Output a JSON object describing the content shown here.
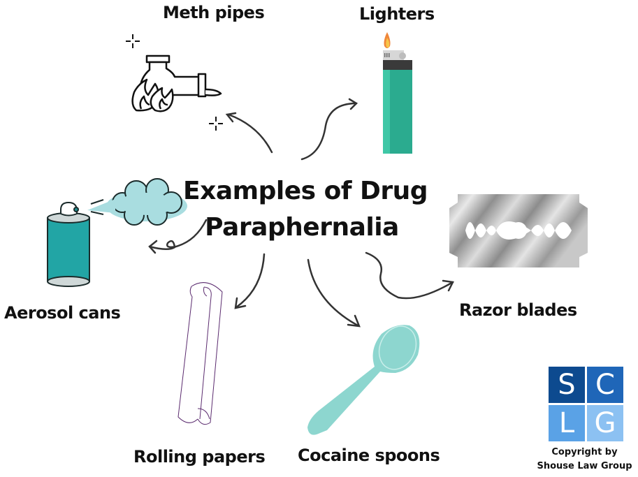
{
  "title": {
    "line1": "Examples of Drug",
    "line2": "Paraphernalia"
  },
  "items": [
    {
      "id": "meth-pipes",
      "label": "Meth pipes",
      "icon": "meth-pipe-icon"
    },
    {
      "id": "lighters",
      "label": "Lighters",
      "icon": "lighter-icon"
    },
    {
      "id": "aerosol-cans",
      "label": "Aerosol cans",
      "icon": "aerosol-can-icon"
    },
    {
      "id": "razor-blades",
      "label": "Razor blades",
      "icon": "razor-blade-icon"
    },
    {
      "id": "rolling-papers",
      "label": "Rolling papers",
      "icon": "rolling-paper-icon"
    },
    {
      "id": "cocaine-spoons",
      "label": "Cocaine spoons",
      "icon": "spoon-icon"
    }
  ],
  "logo": {
    "letters": [
      "S",
      "C",
      "L",
      "G"
    ],
    "colors": [
      "#0d4a8f",
      "#1f66b8",
      "#5aa2e6",
      "#8cc1f2"
    ]
  },
  "copyright": {
    "line1": "Copyright by",
    "line2": "Shouse Law Group"
  },
  "colors": {
    "teal": "#2bab8f",
    "aerosol_teal": "#22a5a5",
    "cloud": "#a9dde0",
    "spoon": "#8dd6cf",
    "arrow": "#333333",
    "rolling_outline": "#5a2a6e"
  }
}
